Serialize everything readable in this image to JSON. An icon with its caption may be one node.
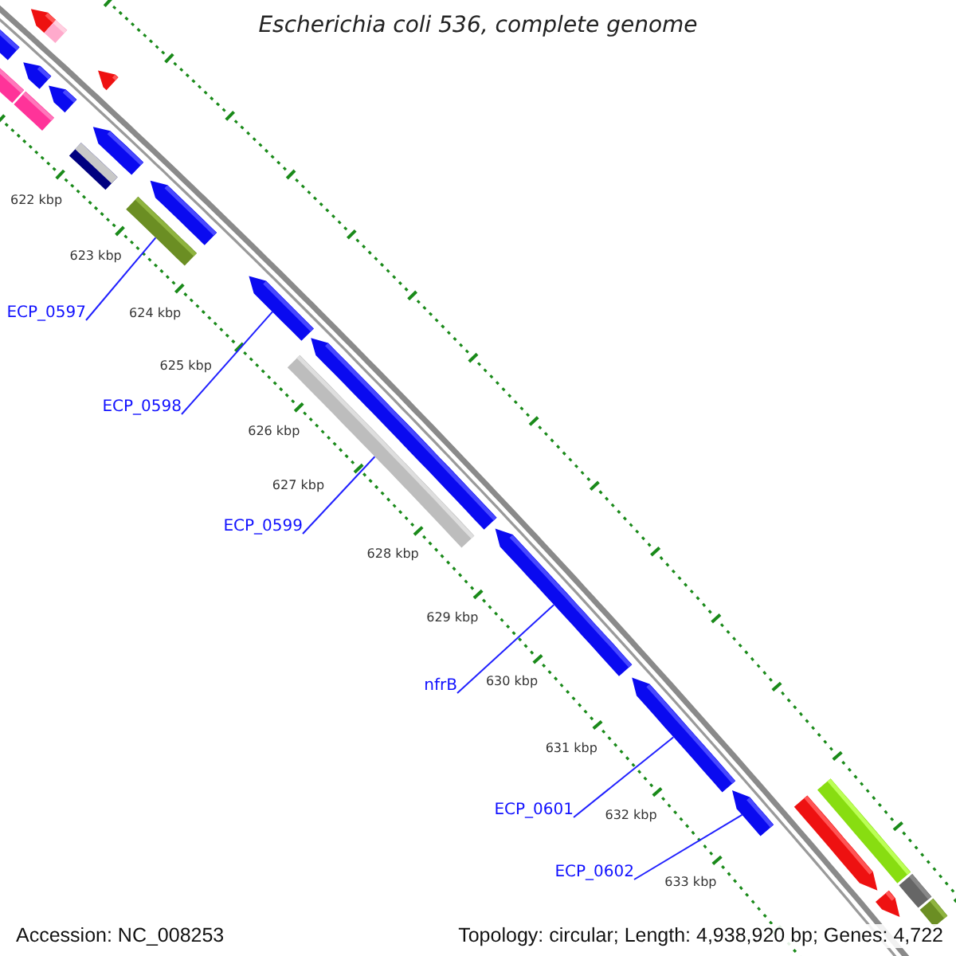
{
  "diagram": {
    "title": "Escherichia coli 536, complete genome",
    "nodes": [
      {
        "text": [],
        "shape": "arrow"
      },
      {
        "text": [],
        "shape": "bar"
      },
      {
        "text": [],
        "shape": "arrow"
      },
      {
        "text": [],
        "shape": "bar"
      },
      {
        "text": [],
        "shape": "arrow"
      },
      {
        "text": [],
        "shape": "bar"
      },
      {
        "text": [],
        "shape": "arrow"
      },
      {
        "text": [],
        "shape": "arrow"
      },
      {
        "text": [],
        "shape": "arrow"
      },
      {
        "text": [],
        "shape": "bar"
      },
      {
        "text": [],
        "shape": "arrow"
      },
      {
        "text": [],
        "shape": "bar"
      },
      {
        "text": [],
        "shape": "arrow"
      },
      {
        "text": [],
        "shape": "arrow"
      },
      {
        "text": [],
        "shape": "bar"
      },
      {
        "text": [],
        "shape": "arrow"
      },
      {
        "text": [],
        "shape": "arrow"
      },
      {
        "text": [],
        "shape": "arrow"
      },
      {
        "text": [],
        "shape": "arrow"
      },
      {
        "text": [],
        "shape": "bar"
      },
      {
        "text": [],
        "shape": "bar"
      },
      {
        "text": [],
        "shape": "arrow"
      },
      {
        "text": [],
        "shape": "bar"
      },
      {
        "text": [
          "ECP_0597"
        ]
      },
      {
        "text": [
          "ECP_0598"
        ]
      },
      {
        "text": [
          "ECP_0599"
        ]
      },
      {
        "text": [
          "nfrB"
        ]
      },
      {
        "text": [
          "ECP_0601"
        ]
      },
      {
        "text": [
          "ECP_0602"
        ]
      }
    ],
    "edges": [
      {
        "from": 23,
        "to": 11,
        "arrow": "none"
      },
      {
        "from": 24,
        "to": 12,
        "arrow": "none"
      },
      {
        "from": 25,
        "to": 14,
        "arrow": "none"
      },
      {
        "from": 26,
        "to": 15,
        "arrow": "none"
      },
      {
        "from": 27,
        "to": 16,
        "arrow": "none"
      },
      {
        "from": 28,
        "to": 17,
        "arrow": "none"
      }
    ],
    "labels": [
      "622 kbp",
      "623 kbp",
      "624 kbp",
      "625 kbp",
      "626 kbp",
      "627 kbp",
      "628 kbp",
      "629 kbp",
      "630 kbp",
      "631 kbp",
      "632 kbp",
      "633 kbp",
      "Accession: NC_008253",
      "Topology: circular; Length: 4,938,920 bp; Genes: 4,722"
    ]
  }
}
